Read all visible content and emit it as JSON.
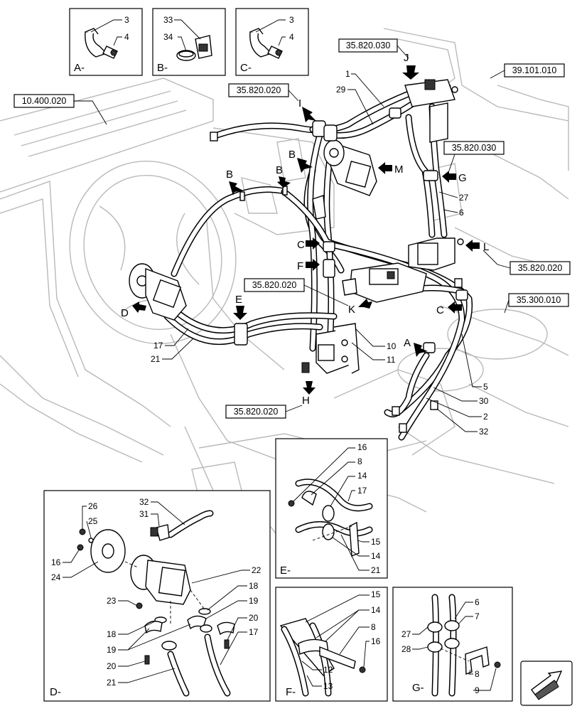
{
  "references": [
    {
      "id": "ref-10-400-020",
      "text": "10.400.020"
    },
    {
      "id": "ref-35-820-030-top",
      "text": "35.820.030"
    },
    {
      "id": "ref-39-101-010",
      "text": "39.101.010"
    },
    {
      "id": "ref-35-820-020-top",
      "text": "35.820.020"
    },
    {
      "id": "ref-35-820-030-mid",
      "text": "35.820.030"
    },
    {
      "id": "ref-35-820-020-right",
      "text": "35.820.020"
    },
    {
      "id": "ref-35-820-020-center",
      "text": "35.820.020"
    },
    {
      "id": "ref-35-300-010",
      "text": "35.300.010"
    },
    {
      "id": "ref-35-820-020-bottom",
      "text": "35.820.020"
    }
  ],
  "view_letters": {
    "A_top": "A",
    "B_left": "B",
    "B_mid": "B",
    "B_pump": "B",
    "C_mid": "C",
    "C_right": "C",
    "D": "D",
    "E": "E",
    "F": "F",
    "G": "G",
    "H": "H",
    "I": "I",
    "J": "J",
    "K": "K",
    "L": "L",
    "M": "M"
  },
  "insets": {
    "A": {
      "label": "A-",
      "parts": [
        "3",
        "4"
      ]
    },
    "B": {
      "label": "B-",
      "parts": [
        "33",
        "34"
      ]
    },
    "C": {
      "label": "C-",
      "parts": [
        "3",
        "4"
      ]
    },
    "D": {
      "label": "D-",
      "parts": [
        "32",
        "26",
        "25",
        "31",
        "16",
        "24",
        "22",
        "18",
        "23",
        "19",
        "20",
        "17",
        "18",
        "19",
        "20",
        "21"
      ]
    },
    "E": {
      "label": "E-",
      "parts": [
        "16",
        "8",
        "14",
        "17",
        "15",
        "14",
        "21"
      ]
    },
    "F": {
      "label": "F-",
      "parts": [
        "15",
        "14",
        "8",
        "16",
        "12",
        "13"
      ]
    },
    "G": {
      "label": "G-",
      "parts": [
        "6",
        "7",
        "27",
        "28",
        "8",
        "9"
      ]
    }
  },
  "main_parts": [
    "1",
    "29",
    "27",
    "6",
    "10",
    "11",
    "17",
    "21",
    "5",
    "30",
    "2",
    "32"
  ]
}
